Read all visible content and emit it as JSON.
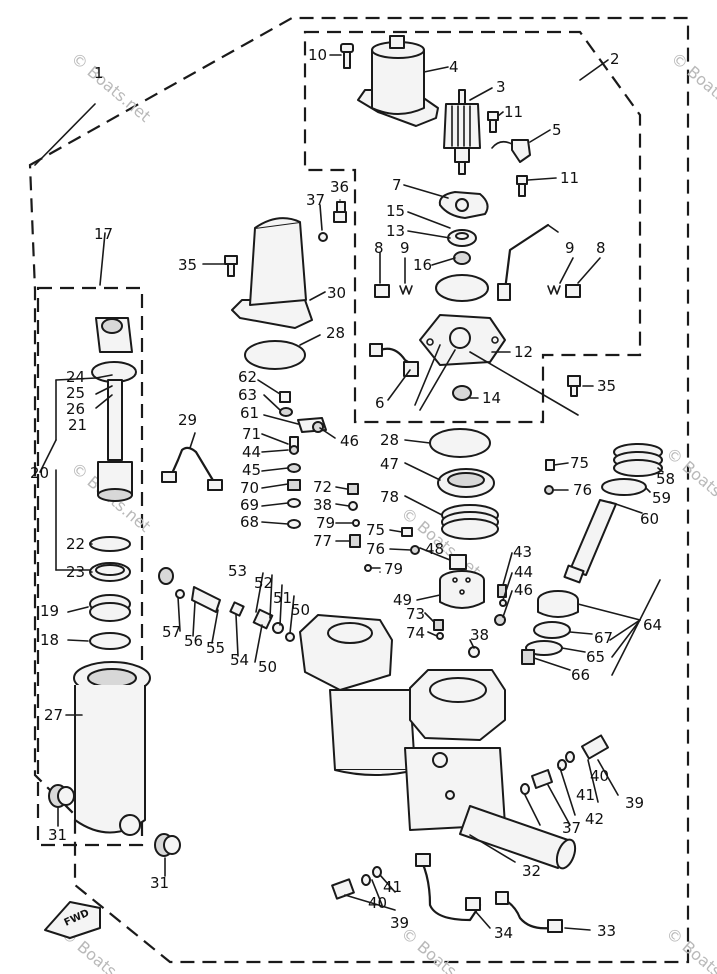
{
  "watermark": "© Boats.net",
  "fwd_label": "FWD",
  "callouts": {
    "c1": "1",
    "c2": "2",
    "c3": "3",
    "c4": "4",
    "c5": "5",
    "c6": "6",
    "c7": "7",
    "c8a": "8",
    "c8b": "8",
    "c9a": "9",
    "c9b": "9",
    "c10": "10",
    "c11a": "11",
    "c11b": "11",
    "c12": "12",
    "c13": "13",
    "c14": "14",
    "c15": "15",
    "c16": "16",
    "c17": "17",
    "c18": "18",
    "c19": "19",
    "c20": "20",
    "c21": "21",
    "c22": "22",
    "c23": "23",
    "c24": "24",
    "c25": "25",
    "c26": "26",
    "c27": "27",
    "c28a": "28",
    "c28b": "28",
    "c29": "29",
    "c30": "30",
    "c31a": "31",
    "c31b": "31",
    "c32": "32",
    "c33": "33",
    "c34": "34",
    "c35a": "35",
    "c35b": "35",
    "c36": "36",
    "c37a": "37",
    "c37b": "37",
    "c38a": "38",
    "c38b": "38",
    "c39a": "39",
    "c39b": "39",
    "c40a": "40",
    "c40b": "40",
    "c41a": "41",
    "c41b": "41",
    "c42": "42",
    "c43": "43",
    "c44a": "44",
    "c44b": "44",
    "c45": "45",
    "c46a": "46",
    "c46b": "46",
    "c47": "47",
    "c48": "48",
    "c49": "49",
    "c50a": "50",
    "c50b": "50",
    "c51": "51",
    "c52": "52",
    "c53": "53",
    "c54": "54",
    "c55": "55",
    "c56": "56",
    "c57": "57",
    "c58": "58",
    "c59": "59",
    "c60": "60",
    "c61": "61",
    "c62": "62",
    "c63": "63",
    "c64": "64",
    "c65": "65",
    "c66": "66",
    "c67": "67",
    "c68": "68",
    "c69": "69",
    "c70": "70",
    "c71": "71",
    "c72": "72",
    "c73": "73",
    "c74": "74",
    "c75a": "75",
    "c75b": "75",
    "c76a": "76",
    "c76b": "76",
    "c77": "77",
    "c78": "78",
    "c79a": "79",
    "c79b": "79"
  }
}
